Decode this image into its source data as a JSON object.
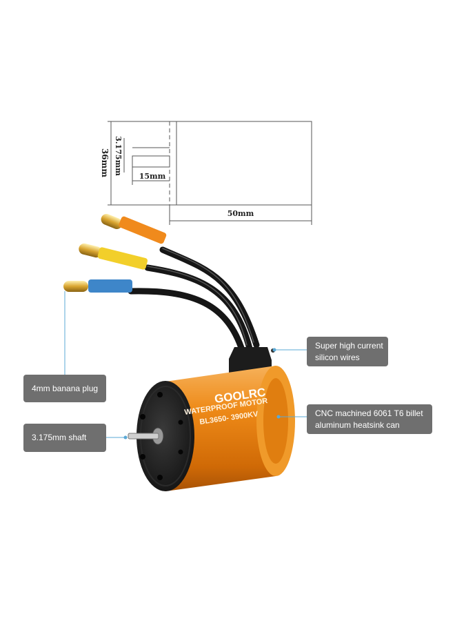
{
  "drawing": {
    "dim_diameter": "36mm",
    "dim_shaft_diameter": "3.175mm",
    "dim_shaft_length": "15mm",
    "dim_body_length": "50mm"
  },
  "motor": {
    "brand": "GOOLRC",
    "line1": "WATERPROOF MOTOR",
    "line2": "BL3650- 3900KV",
    "body_color": "#e8820e",
    "plug_colors": [
      "#f08a1c",
      "#f2cf2a",
      "#3e86c9"
    ]
  },
  "callouts": {
    "banana_plug": "4mm banana plug",
    "shaft": "3.175mm shaft",
    "wires": "Super high current\nsilicon wires",
    "can": "CNC machined 6061 T6 billet\naluminum heatsink can"
  },
  "colors": {
    "callout_bg": "#6f6f6f",
    "leader_line": "#5aa9d6"
  }
}
